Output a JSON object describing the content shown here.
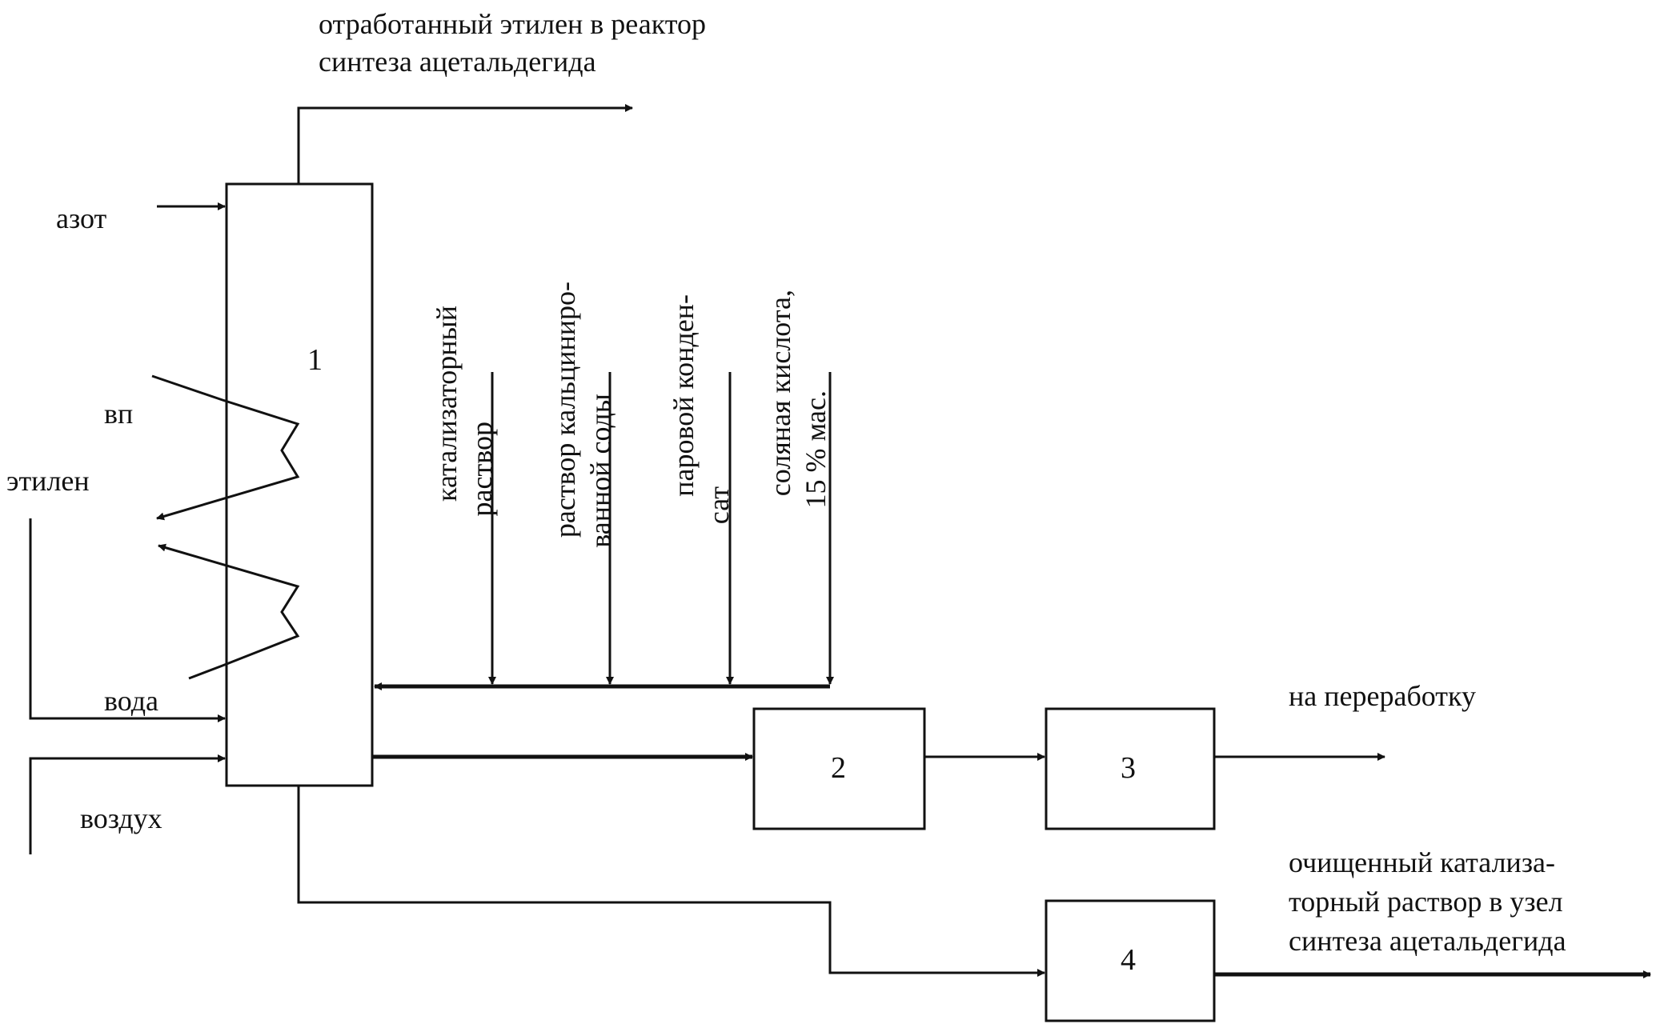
{
  "units": {
    "u1": "1",
    "u2": "2",
    "u3": "3",
    "u4": "4"
  },
  "labels": {
    "out_ethylene_l1": "отработанный этилен в реактор",
    "out_ethylene_l2": "синтеза ацетальдегида",
    "nitrogen": "азот",
    "vp": "вп",
    "ethylene": "этилен",
    "water": "вода",
    "air": "воздух",
    "catalyst_l1": "катализаторный",
    "catalyst_l2": "раствор",
    "soda_l1": "раствор кальциниро-",
    "soda_l2": "ванной соды",
    "condensate_l1": "паровой конден-",
    "condensate_l2": "сат",
    "hcl_l1": "соляная кислота,",
    "hcl_l2": "15 % мас.",
    "recycling": "на переработку",
    "purified_l1": "очищенный катализа-",
    "purified_l2": "торный раствор в узел",
    "purified_l3": "синтеза ацетальдегида"
  }
}
